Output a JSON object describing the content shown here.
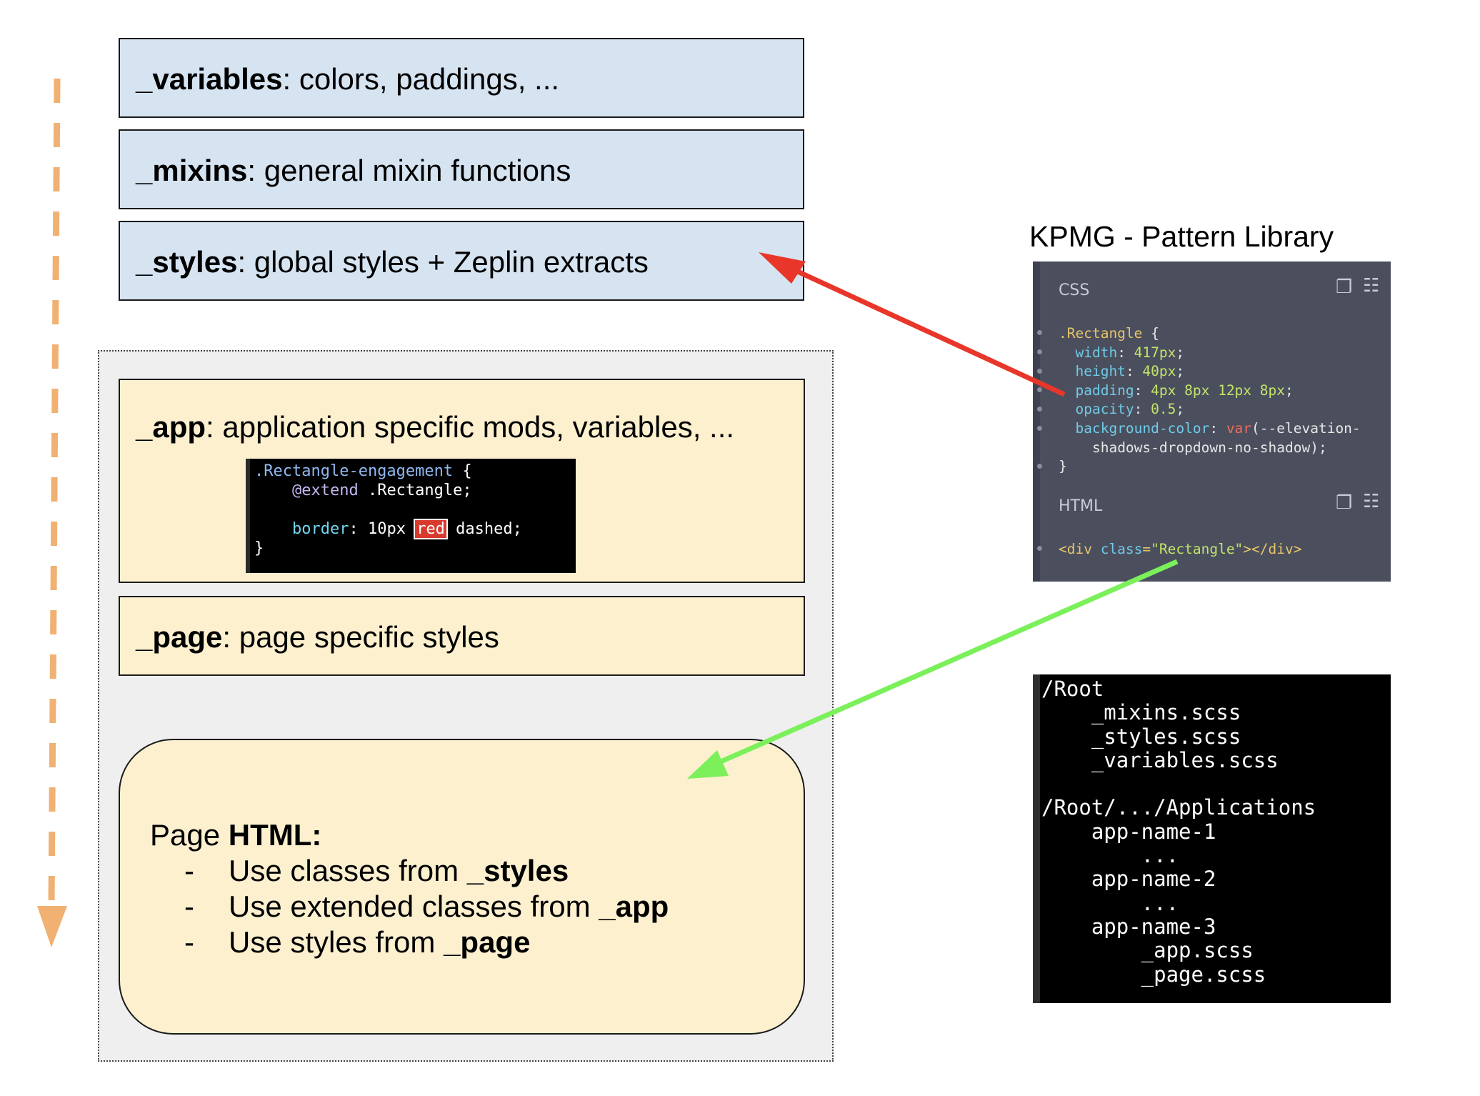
{
  "layers": {
    "variables": {
      "name": "_variables",
      "desc": ": colors, paddings, ..."
    },
    "mixins": {
      "name": "_mixins",
      "desc": ": general mixin functions"
    },
    "styles": {
      "name": "_styles",
      "desc": ": global styles + Zeplin extracts"
    },
    "app": {
      "name": "_app",
      "desc": ": application specific mods, variables, ..."
    },
    "page": {
      "name": "_page",
      "desc": ": page specific styles"
    }
  },
  "app_code": {
    "selector": ".Rectangle-engagement",
    "open_brace": " {",
    "extend_kw": "@extend",
    "extend_target": " .Rectangle;",
    "border_prop": "border",
    "border_colon": ": 10px ",
    "border_red": "red",
    "border_rest": " dashed;",
    "close_brace": "}"
  },
  "page_html": {
    "title_plain": "Page ",
    "title_bold": "HTML:",
    "items": [
      {
        "dash": "-",
        "text": "Use classes from ",
        "bold": "_styles"
      },
      {
        "dash": "-",
        "text": "Use extended classes from ",
        "bold": "_app"
      },
      {
        "dash": "-",
        "text": "Use styles from ",
        "bold": "_page"
      }
    ]
  },
  "pattern_library": {
    "title": "KPMG - Pattern Library",
    "css_label": "CSS",
    "html_label": "HTML",
    "css": {
      "selector": ".Rectangle",
      "brace_open": " {",
      "props": [
        {
          "name": "width",
          "value": "417px",
          "end": ";"
        },
        {
          "name": "height",
          "value": "40px",
          "end": ";"
        },
        {
          "name": "padding",
          "value": "4px 8px 12px 8px",
          "end": ";"
        },
        {
          "name": "opacity",
          "value": "0.5",
          "end": ";"
        }
      ],
      "bg_prop": "background-color",
      "bg_fn": "var",
      "bg_arg1": "(--elevation-",
      "bg_arg2": "shadows-dropdown-no-shadow);",
      "brace_close": "}"
    },
    "html": {
      "tag_open": "<div ",
      "attr": "class",
      "eq": "=",
      "value": "\"Rectangle\"",
      "tag_close": "></div>"
    }
  },
  "root_tree": [
    "/Root",
    "    _mixins.scss",
    "    _styles.scss",
    "    _variables.scss",
    "",
    "/Root/.../Applications",
    "    app-name-1",
    "        ...",
    "    app-name-2",
    "        ...",
    "    app-name-3",
    "        _app.scss",
    "        _page.scss"
  ],
  "colors": {
    "order_arrow": "#f0b173",
    "red_arrow": "#e8372a",
    "green_arrow": "#7bf05a",
    "blue_box": "#d6e3f1",
    "yellow_box": "#fcf0cf"
  }
}
